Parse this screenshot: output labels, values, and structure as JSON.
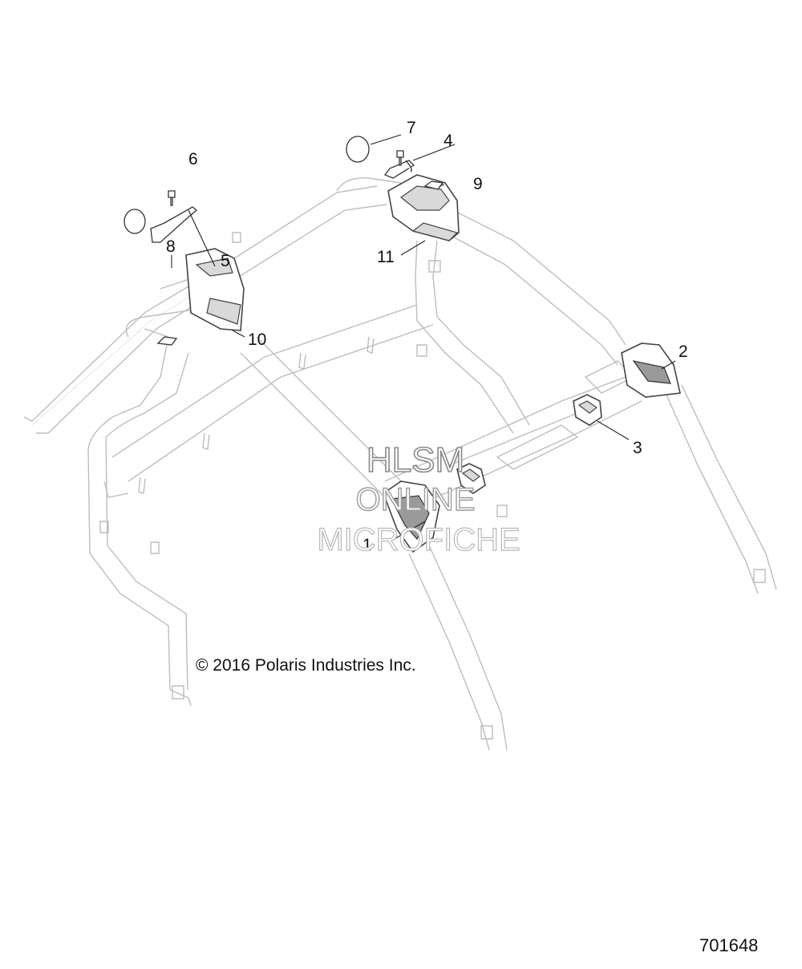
{
  "callouts": {
    "c1": "1",
    "c2": "2",
    "c3": "3",
    "c4": "4",
    "c5": "5",
    "c6": "6",
    "c7": "7",
    "c8": "8",
    "c9": "9",
    "c10": "10",
    "c11": "11"
  },
  "watermark": {
    "line1": "HLSM",
    "line2": "ONLINE",
    "line3": "MICROFICHE"
  },
  "copyright": "© 2016 Polaris Industries Inc.",
  "document_number": "701648"
}
